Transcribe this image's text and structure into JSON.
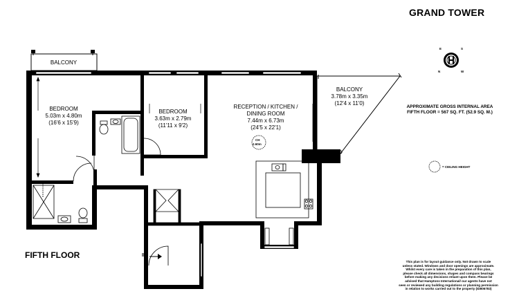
{
  "building": {
    "title": "GRAND TOWER"
  },
  "floor": {
    "label": "FIFTH FLOOR"
  },
  "rooms": {
    "balcony_west": {
      "name": "BALCONY"
    },
    "bedroom_1": {
      "name": "BEDROOM",
      "metric": "5.03m x 4.80m",
      "imperial": "(16'6 x 15'9)"
    },
    "bedroom_2": {
      "name": "BEDROOM",
      "metric": "3.63m x 2.79m",
      "imperial": "(11'11 x 9'2)"
    },
    "reception": {
      "name_line1": "RECEPTION / KITCHEN /",
      "name_line2": "DINING ROOM",
      "metric": "7.44m x 6.73m",
      "imperial": "(24'5 x 22'1)"
    },
    "balcony_east": {
      "name": "BALCONY",
      "metric": "3.78m x 3.35m",
      "imperial": "(12'4 x 11'0)"
    }
  },
  "area": {
    "line1": "APPROXIMATE GROSS INTERNAL AREA",
    "line2": "FIFTH FLOOR = 567 SQ. FT. (52.9 SQ. M.)"
  },
  "entrance": {
    "label": "IN"
  },
  "legend": {
    "ceiling_height_label": "= CEILING HEIGHT"
  },
  "ceiling_marker": {
    "code": "CH",
    "value": "2.60m"
  },
  "compass": {
    "n": "N",
    "e": "E",
    "s": "S",
    "w": "W"
  },
  "disclaimer": {
    "line1": "This plan is for layout guidance only. Not drawn to scale",
    "line2": "unless stated. Windows and door openings are approximate.",
    "line3": "Whilst every care is taken in the preparation of this plan,",
    "line4": "please check all dimensions, shapes and compass bearings",
    "line5": "before making any decisions reliant upon them. Please be",
    "line6": "advised that Hamptons International/ our agents have not",
    "line7": "seen or reviewed any building regulations or planning permission",
    "line8": "in relation to works carried out to the property (ID806783)"
  },
  "colors": {
    "wall": "#000000",
    "background": "#ffffff"
  }
}
